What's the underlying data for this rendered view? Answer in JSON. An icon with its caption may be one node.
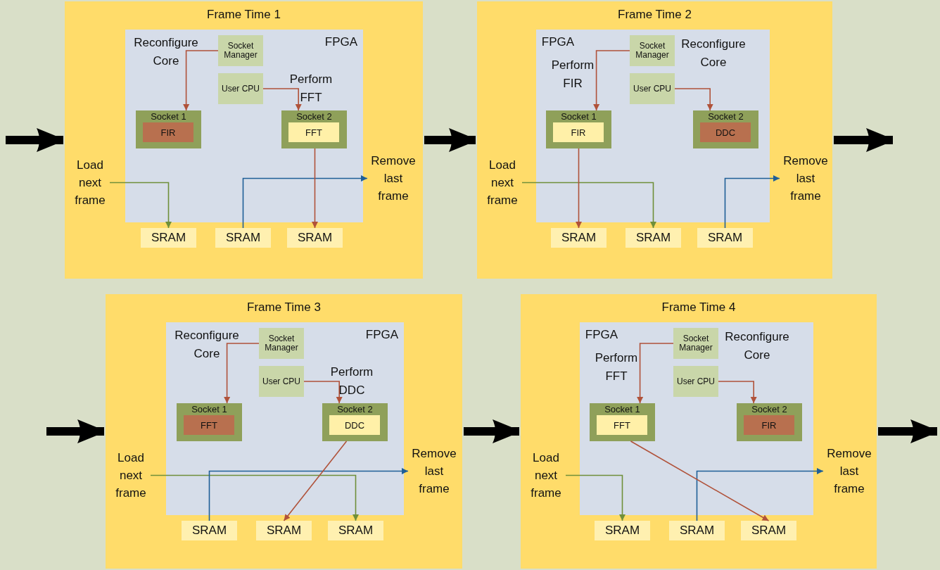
{
  "diagram": {
    "nodes": [
      {
        "text": [
          "Frame Time 1"
        ]
      },
      {
        "text": [
          "Reconfigure Core",
          "FPGA",
          "Perform FFT"
        ],
        "in": 0
      },
      {
        "text": [
          "Socket Manager"
        ],
        "in": 1
      },
      {
        "text": [
          "User CPU"
        ],
        "in": 1
      },
      {
        "text": [
          "Socket 1"
        ],
        "in": 1
      },
      {
        "text": [
          "FIR"
        ],
        "in": 4
      },
      {
        "text": [
          "Socket 2"
        ],
        "in": 1
      },
      {
        "text": [
          "FFT"
        ],
        "in": 6
      },
      {
        "text": [
          "Load next frame"
        ],
        "in": 0
      },
      {
        "text": [
          "Remove last frame"
        ],
        "in": 0
      },
      {
        "text": [
          "SRAM"
        ],
        "in": 0
      },
      {
        "text": [
          "SRAM"
        ],
        "in": 0
      },
      {
        "text": [
          "SRAM"
        ],
        "in": 0
      },
      {
        "text": [
          "Frame Time 2"
        ]
      },
      {
        "text": [
          "FPGA",
          "Perform FIR",
          "Reconfigure Core"
        ],
        "in": 13
      },
      {
        "text": [
          "Socket Manager"
        ],
        "in": 14
      },
      {
        "text": [
          "User CPU"
        ],
        "in": 14
      },
      {
        "text": [
          "Socket 1"
        ],
        "in": 14
      },
      {
        "text": [
          "FIR"
        ],
        "in": 17
      },
      {
        "text": [
          "Socket 2"
        ],
        "in": 14
      },
      {
        "text": [
          "DDC"
        ],
        "in": 19
      },
      {
        "text": [
          "Load next frame"
        ],
        "in": 13
      },
      {
        "text": [
          "Remove last frame"
        ],
        "in": 13
      },
      {
        "text": [
          "SRAM"
        ],
        "in": 13
      },
      {
        "text": [
          "SRAM"
        ],
        "in": 13
      },
      {
        "text": [
          "SRAM"
        ],
        "in": 13
      },
      {
        "text": [
          "Frame Time 3"
        ]
      },
      {
        "text": [
          "Reconfigure Core",
          "FPGA",
          "Perform DDC"
        ],
        "in": 26
      },
      {
        "text": [
          "Socket Manager"
        ],
        "in": 27
      },
      {
        "text": [
          "User CPU"
        ],
        "in": 27
      },
      {
        "text": [
          "Socket 1"
        ],
        "in": 27
      },
      {
        "text": [
          "FFT"
        ],
        "in": 30
      },
      {
        "text": [
          "Socket 2"
        ],
        "in": 27
      },
      {
        "text": [
          "DDC"
        ],
        "in": 32
      },
      {
        "text": [
          "Load next frame"
        ],
        "in": 26
      },
      {
        "text": [
          "Remove last frame"
        ],
        "in": 26
      },
      {
        "text": [
          "SRAM"
        ],
        "in": 26
      },
      {
        "text": [
          "SRAM"
        ],
        "in": 26
      },
      {
        "text": [
          "SRAM"
        ],
        "in": 26
      },
      {
        "text": [
          "Frame Time 4"
        ]
      },
      {
        "text": [
          "FPGA",
          "Perform FFT",
          "Reconfigure Core"
        ],
        "in": 39
      },
      {
        "text": [
          "Socket Manager"
        ],
        "in": 40
      },
      {
        "text": [
          "User CPU"
        ],
        "in": 40
      },
      {
        "text": [
          "Socket 1"
        ],
        "in": 40
      },
      {
        "text": [
          "FFT"
        ],
        "in": 43
      },
      {
        "text": [
          "Socket 2"
        ],
        "in": 40
      },
      {
        "text": [
          "FIR"
        ],
        "in": 45
      },
      {
        "text": [
          "Load next frame"
        ],
        "in": 39
      },
      {
        "text": [
          "Remove last frame"
        ],
        "in": 39
      },
      {
        "text": [
          "SRAM"
        ],
        "in": 39
      },
      {
        "text": [
          "SRAM"
        ],
        "in": 39
      },
      {
        "text": [
          "SRAM"
        ],
        "in": 39
      }
    ],
    "edges": [
      {
        "from": null,
        "to": 0,
        "arrow": "to",
        "style": "thick",
        "color": "#000000"
      },
      {
        "from": 2,
        "to": 4,
        "arrow": "to"
      },
      {
        "from": 3,
        "to": 6,
        "arrow": "to"
      },
      {
        "from": 8,
        "to": 10,
        "arrow": "to",
        "color": "#6f8f3a"
      },
      {
        "from": 11,
        "to": 9,
        "arrow": "to",
        "color": "#1f5f97"
      },
      {
        "from": 6,
        "to": 12,
        "arrow": "to"
      },
      {
        "from": 0,
        "to": 13,
        "arrow": "to",
        "style": "thick",
        "color": "#000000"
      },
      {
        "from": 15,
        "to": 17,
        "arrow": "to"
      },
      {
        "from": 16,
        "to": 19,
        "arrow": "to"
      },
      {
        "from": 21,
        "to": 24,
        "arrow": "to",
        "color": "#6f8f3a"
      },
      {
        "from": 25,
        "to": 22,
        "arrow": "to",
        "color": "#1f5f97"
      },
      {
        "from": 17,
        "to": 23,
        "arrow": "to"
      },
      {
        "from": 13,
        "to": null,
        "arrow": "to",
        "style": "thick",
        "color": "#000000"
      },
      {
        "from": null,
        "to": 26,
        "arrow": "to",
        "style": "thick",
        "color": "#000000"
      },
      {
        "from": 28,
        "to": 30,
        "arrow": "to"
      },
      {
        "from": 29,
        "to": 32,
        "arrow": "to"
      },
      {
        "from": 34,
        "to": 38,
        "arrow": "to",
        "color": "#6f8f3a"
      },
      {
        "from": 36,
        "to": 35,
        "arrow": "to",
        "color": "#1f5f97"
      },
      {
        "from": 32,
        "to": 37,
        "arrow": "to"
      },
      {
        "from": 26,
        "to": 39,
        "arrow": "to",
        "style": "thick",
        "color": "#000000"
      },
      {
        "from": 41,
        "to": 43,
        "arrow": "to"
      },
      {
        "from": 42,
        "to": 45,
        "arrow": "to"
      },
      {
        "from": 47,
        "to": 49,
        "arrow": "to",
        "color": "#6f8f3a"
      },
      {
        "from": 50,
        "to": 48,
        "arrow": "to",
        "color": "#1f5f97"
      },
      {
        "from": 43,
        "to": 51,
        "arrow": "to"
      },
      {
        "from": 39,
        "to": null,
        "arrow": "to",
        "style": "thick",
        "color": "#000000"
      }
    ]
  }
}
